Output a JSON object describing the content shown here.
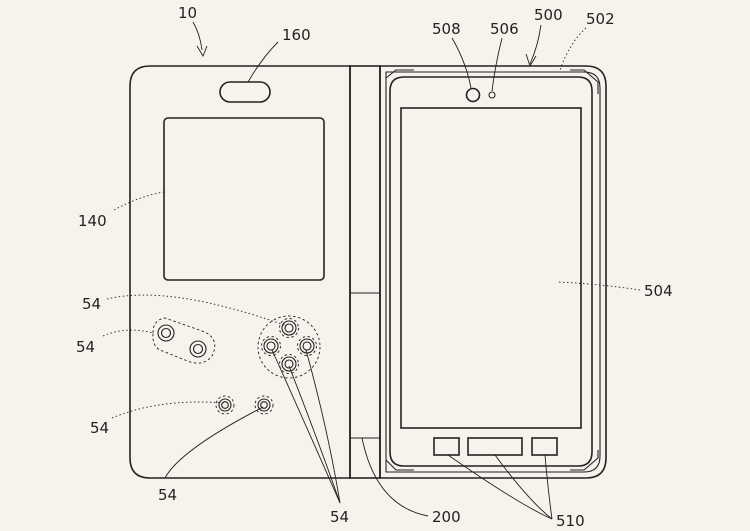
{
  "labels": {
    "device": "10",
    "speaker_slot": "160",
    "display_window": "140",
    "buttons_dpad": "54",
    "buttons_ab": "54",
    "buttons_select": "54",
    "buttons_lower": "54",
    "buttons_bottom": "54",
    "hinge": "200",
    "phone": "500",
    "phone_frame": "502",
    "phone_screen": "504",
    "phone_sensor": "506",
    "phone_camera": "508",
    "phone_keys": "510"
  }
}
